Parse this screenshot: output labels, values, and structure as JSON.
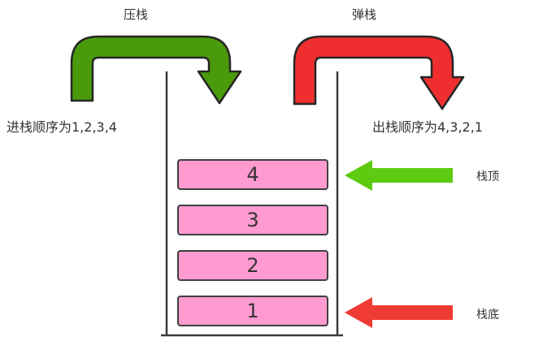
{
  "push": {
    "label": "压栈",
    "order_text": "进栈顺序为1,2,3,4"
  },
  "pop": {
    "label": "弹栈",
    "order_text": "出栈顺序为4,3,2,1"
  },
  "stack": {
    "items": [
      "4",
      "3",
      "2",
      "1"
    ],
    "top_pointer_label": "栈顶",
    "bottom_pointer_label": "栈底"
  },
  "colors": {
    "push_arrow": "#4a9a0b",
    "pop_arrow": "#ef2f2f",
    "top_arrow": "#5ecb11",
    "bottom_arrow": "#ef3b34",
    "arrow_outline": "#262626",
    "stack_wall": "#3a3a3a",
    "item_fill": "#ff9bd0",
    "item_border": "#3f3f3f",
    "text": "#333333"
  }
}
